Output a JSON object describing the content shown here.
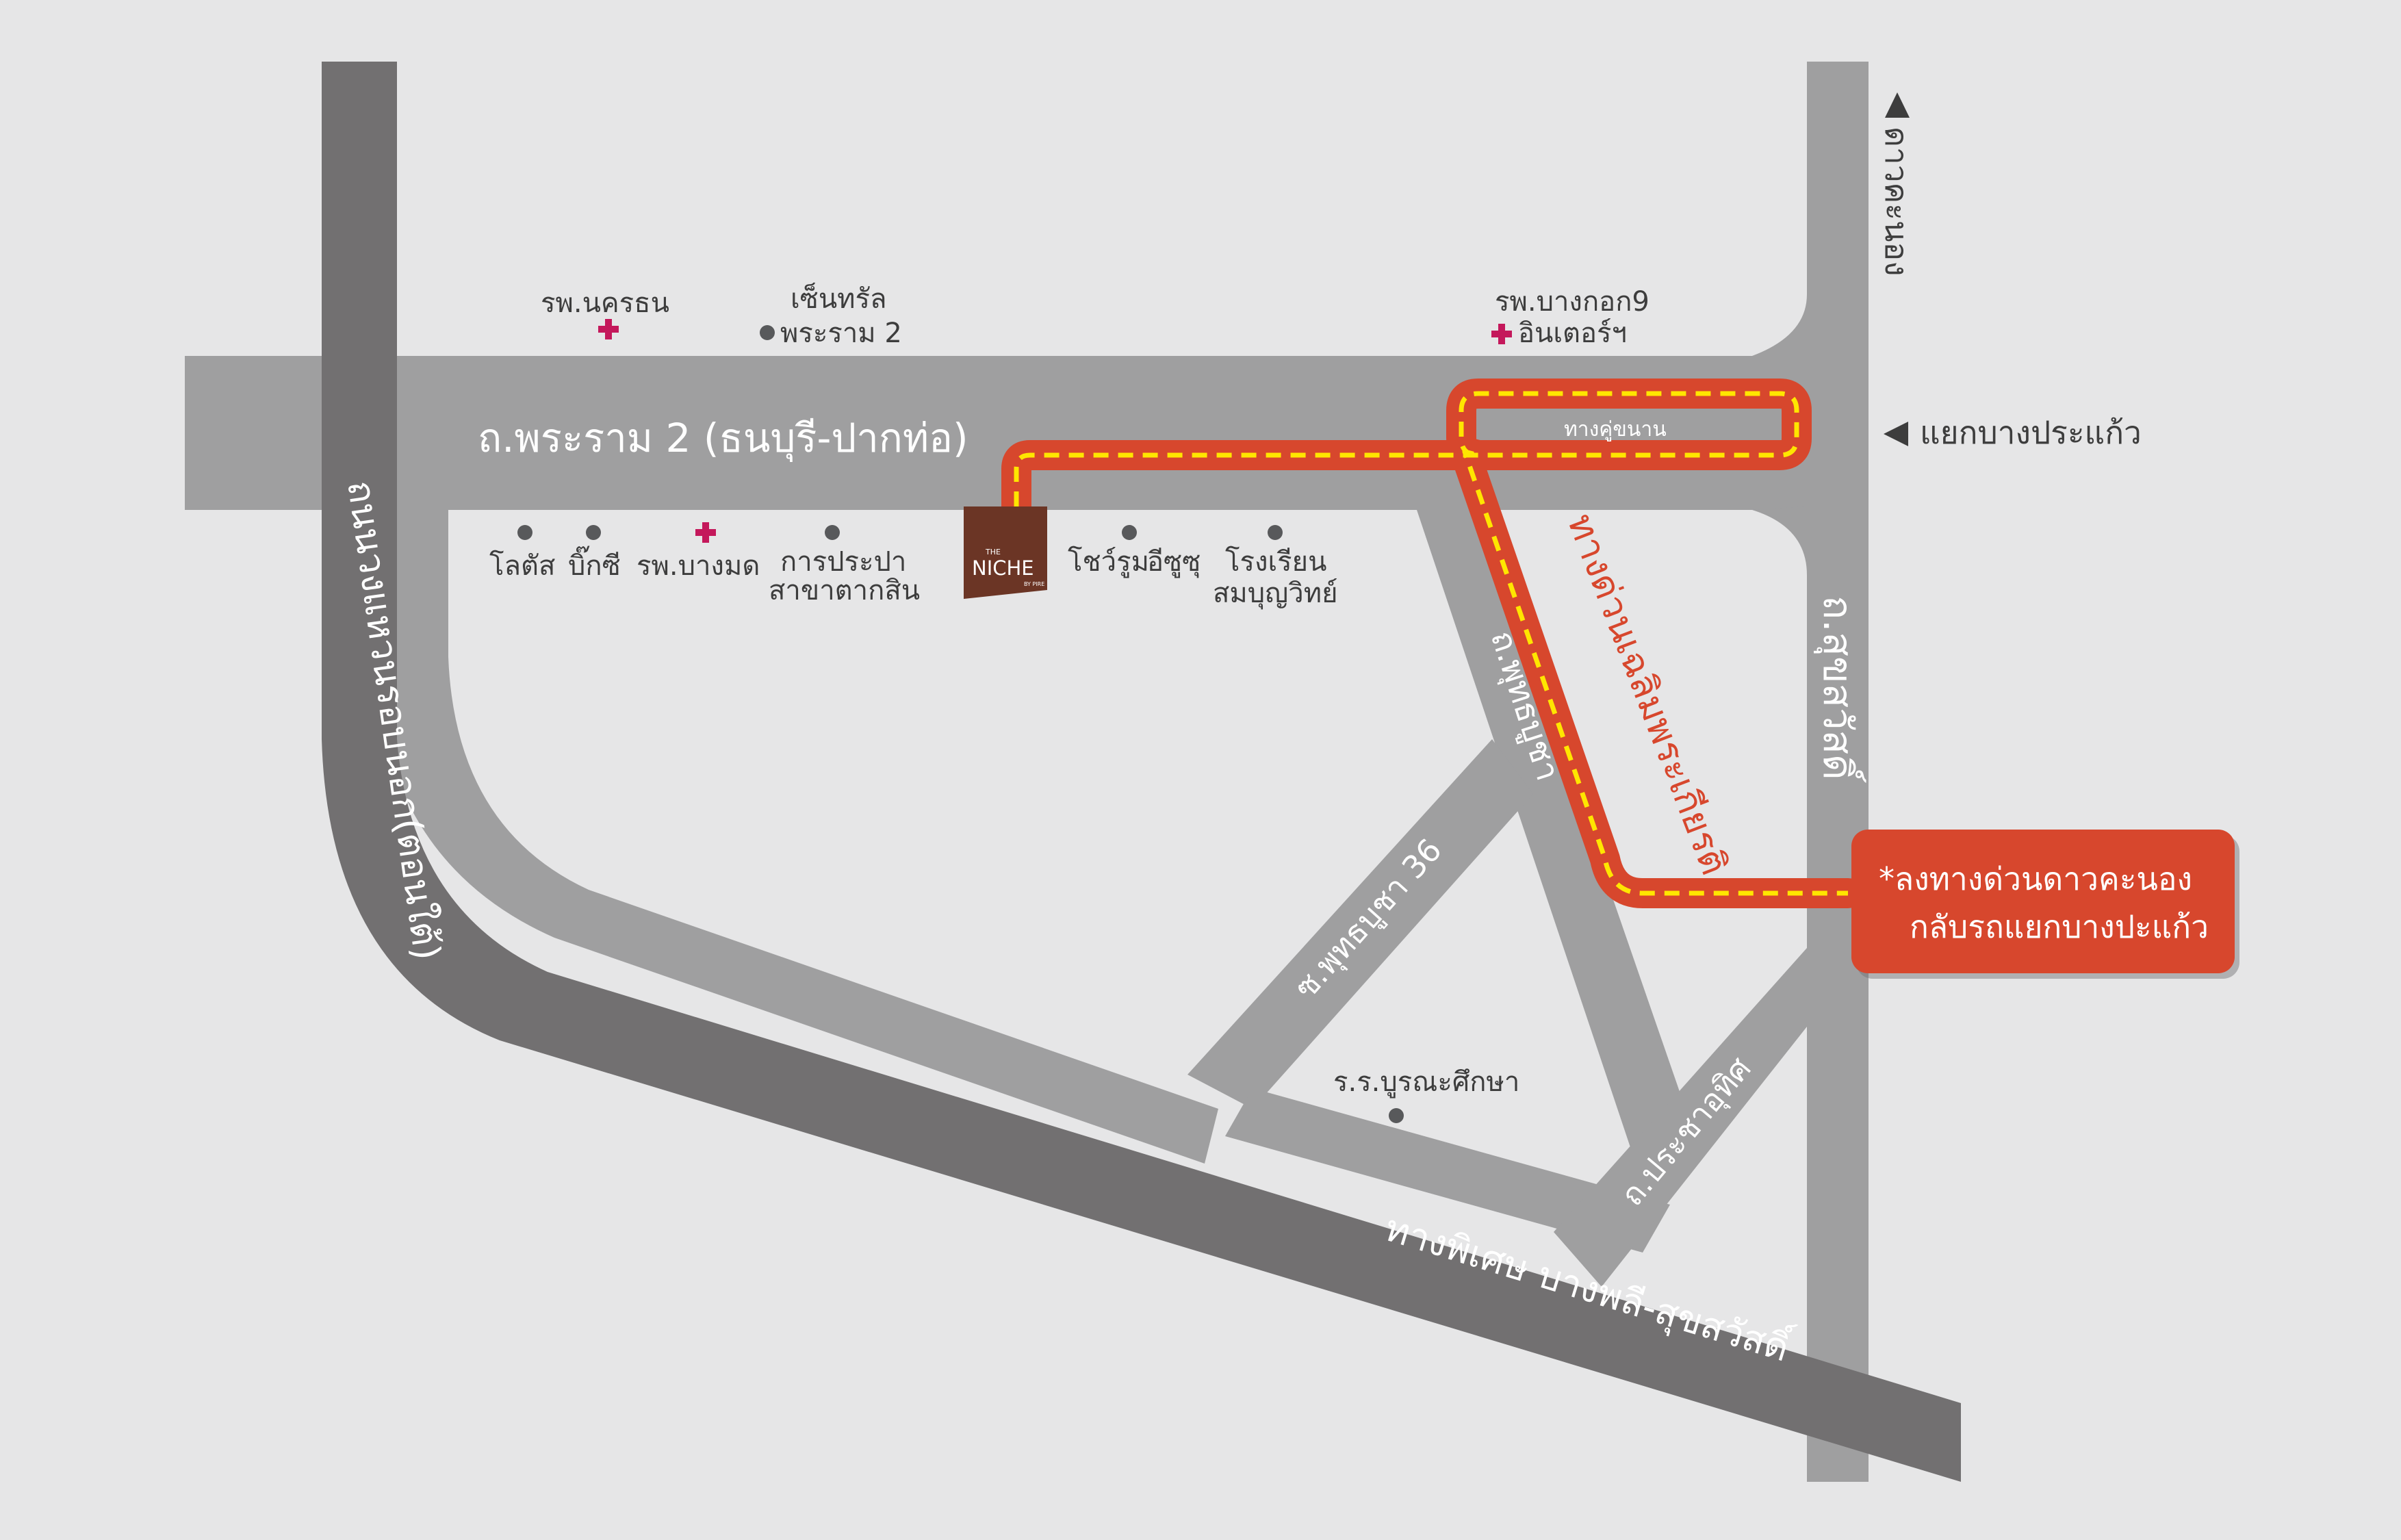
{
  "roads": {
    "rama2": "ถ.พระราม 2 (ธนบุรี-ปากท่อ)",
    "outer_ring": "ถนนวงแหวนรอบนอก(ตอนใต้)",
    "sukhumvit_side": "ถ.สุขสวัสดิ์",
    "dao_khanong": "ดาวคะนอง",
    "bang_pakaew": "แยกบางประแก้ว",
    "frontage": "ทางคู่ขนาน",
    "expressway": "ทางด่วนเฉลิมพระเกียรติ",
    "phutthabucha": "ถ.พุทธบูชา",
    "soi36": "ซ.พุทธบูชา 36",
    "pracha_uthit": "ถ.ประชาอุทิศ",
    "bang_phli": "ทางพิเศษ บางพลี-สุขสวัสดิ์"
  },
  "landmarks": {
    "nakornthon": "รพ.นครธน",
    "central_line1": "เซ็นทรัล",
    "central_line2": "พระราม 2",
    "bkk9_line1": "รพ.บางกอก9",
    "bkk9_line2": "อินเตอร์ฯ",
    "lotus": "โลตัส",
    "bigc": "บิ๊กซี",
    "bangmod": "รพ.บางมด",
    "pwa_line1": "การประปา",
    "pwa_line2": "สาขาตากสิน",
    "showroom": "โชว์รูม",
    "isuzu": "อีซูซุ",
    "school_line1": "โรงเรียน",
    "school_line2": "สมบุญวิทย์",
    "burana": "ร.ร.บูรณะศึกษา"
  },
  "logo": {
    "the": "THE",
    "niche": "NICHE",
    "by": "BY PIRE"
  },
  "note": {
    "line1": "*ลงทางด่วนดาวคะนอง",
    "line2": "กลับรถแยกบางปะแก้ว"
  },
  "colors": {
    "background": "#e6e6e7",
    "minor_road": "#9f9fa0",
    "major_road": "#727071",
    "route": "#d7472d",
    "route_dash": "#ffe600",
    "hospital": "#c4185b",
    "logo": "#6b3525"
  },
  "icons": {
    "hospital": "red-cross-icon",
    "poi": "dot-icon",
    "direction": "triangle-arrow-icon"
  }
}
